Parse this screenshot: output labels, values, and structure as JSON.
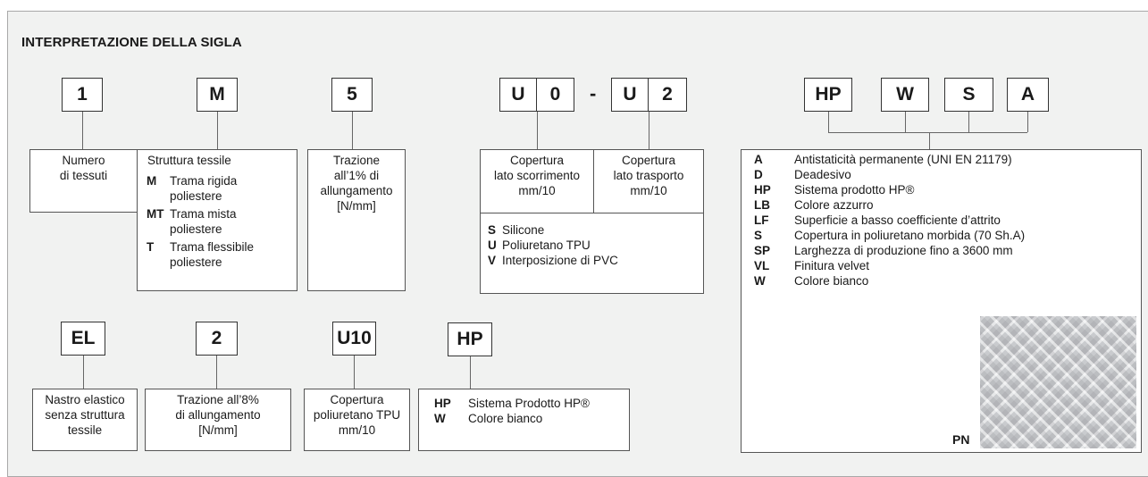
{
  "title": "INTERPRETAZIONE DELLA SIGLA",
  "codes": {
    "c1": "1",
    "cM": "M",
    "c5": "5",
    "u0a": "U",
    "u0b": "0",
    "dash": "-",
    "u2a": "U",
    "u2b": "2",
    "hp": "HP",
    "w": "W",
    "s": "S",
    "a": "A",
    "el": "EL",
    "c2": "2",
    "u10": "U10",
    "hp2": "HP"
  },
  "boxes": {
    "numero": [
      "Numero",
      "di tessuti"
    ],
    "struttura": {
      "heading": "Struttura tessile",
      "items": [
        {
          "key": "M",
          "lines": [
            "Trama rigida",
            "poliestere"
          ]
        },
        {
          "key": "MT",
          "lines": [
            "Trama mista",
            "poliestere"
          ]
        },
        {
          "key": "T",
          "lines": [
            "Trama flessibile",
            "poliestere"
          ]
        }
      ]
    },
    "trazione1": [
      "Trazione",
      "all’1% di",
      "allungamento",
      "[N/mm]"
    ],
    "cop_scorr": [
      "Copertura",
      "lato scorrimento",
      "mm/10"
    ],
    "cop_trasp": [
      "Copertura",
      "lato trasporto",
      "mm/10"
    ],
    "coperture": [
      {
        "key": "S",
        "label": "Silicone"
      },
      {
        "key": "U",
        "label": "Poliuretano TPU"
      },
      {
        "key": "V",
        "label": "Interposizione di PVC"
      }
    ],
    "legend": [
      {
        "key": "A",
        "label": "Antistaticità permanente (UNI EN 21179)"
      },
      {
        "key": "D",
        "label": "Deadesivo"
      },
      {
        "key": "HP",
        "label": "Sistema prodotto HP®"
      },
      {
        "key": "LB",
        "label": "Colore azzurro"
      },
      {
        "key": "LF",
        "label": "Superficie a basso coefficiente d’attrito"
      },
      {
        "key": "S",
        "label": "Copertura in poliuretano morbida (70 Sh.A)"
      },
      {
        "key": "SP",
        "label": "Larghezza di produzione fino a 3600 mm"
      },
      {
        "key": "VL",
        "label": "Finitura velvet"
      },
      {
        "key": "W",
        "label": "Colore bianco"
      }
    ],
    "pn": "PN",
    "nastro": [
      "Nastro elastico",
      "senza struttura",
      "tessile"
    ],
    "trazione8": [
      "Trazione all’8%",
      "di allungamento",
      "[N/mm]"
    ],
    "cop_tpu": [
      "Copertura",
      "poliuretano TPU",
      "mm/10"
    ],
    "hp_legend": [
      {
        "key": "HP",
        "label": "Sistema Prodotto HP®"
      },
      {
        "key": "W",
        "label": "Colore bianco"
      }
    ]
  }
}
